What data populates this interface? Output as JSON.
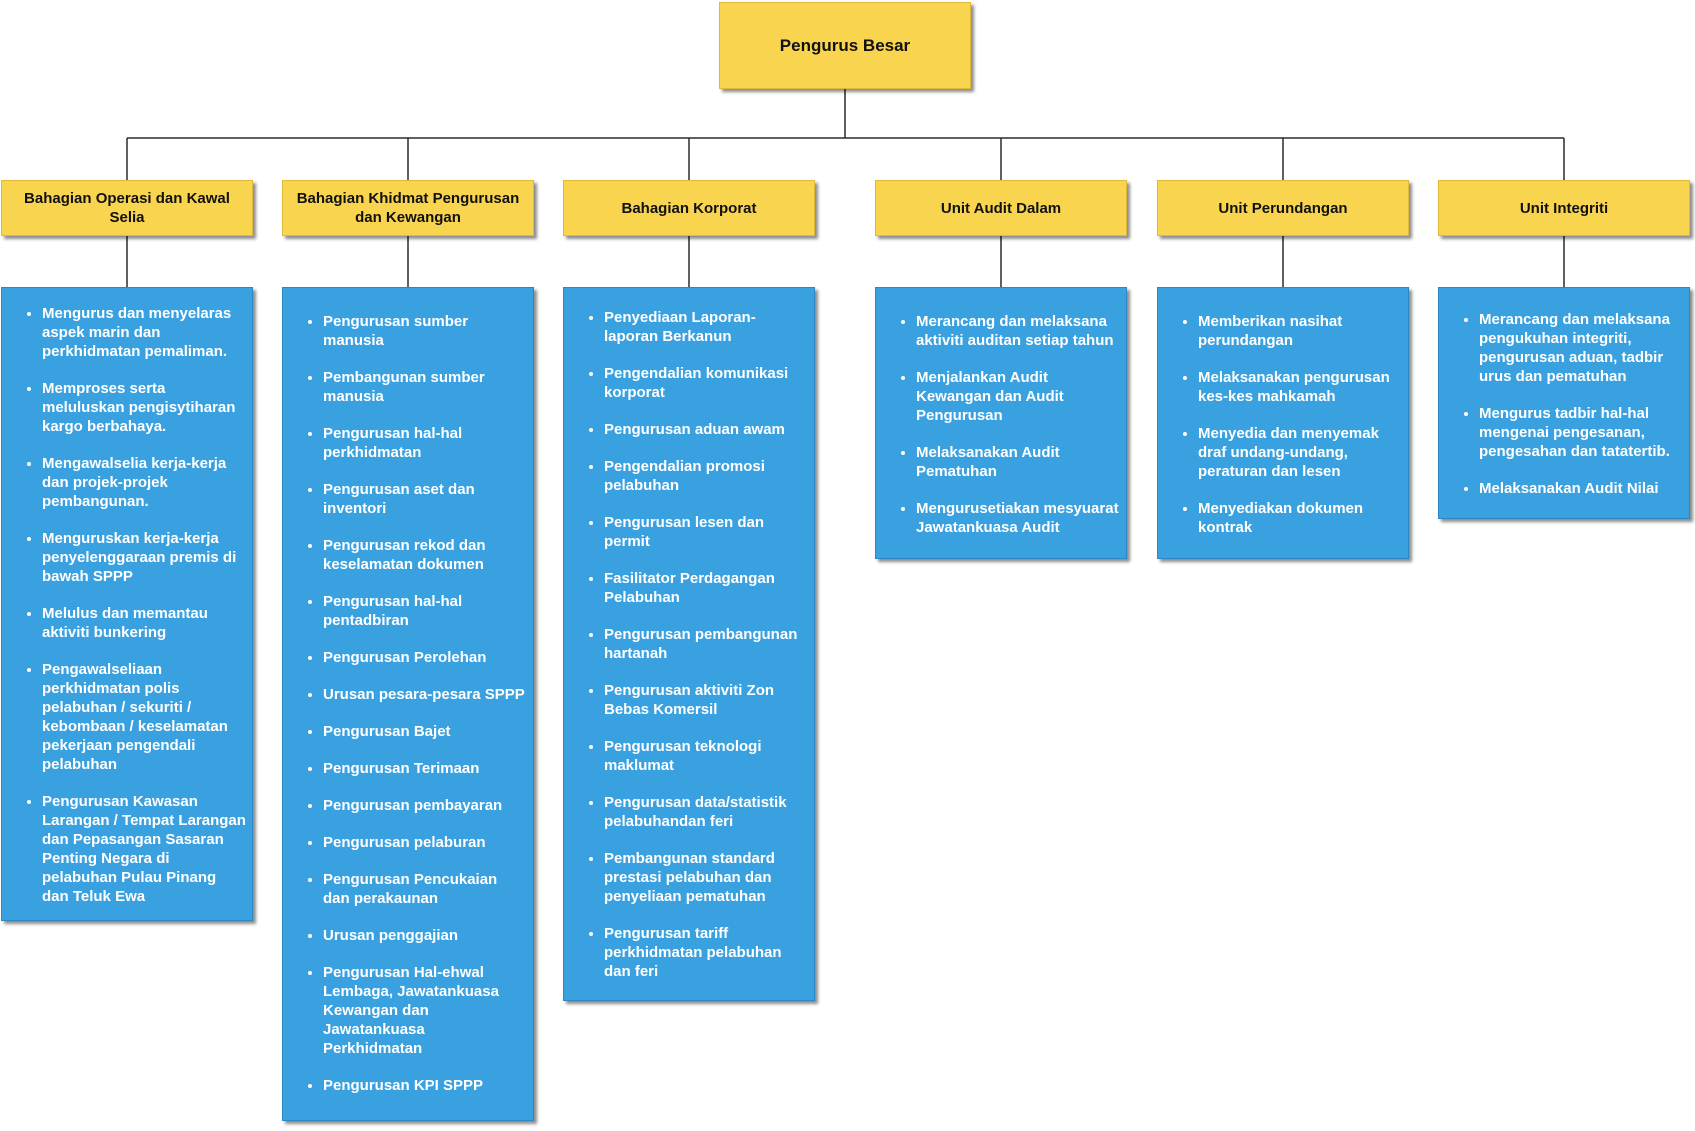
{
  "chart": {
    "root": "Pengurus Besar",
    "departments": [
      {
        "title": "Bahagian Operasi dan Kawal Selia",
        "functions": [
          "Mengurus dan menyelaras aspek marin dan perkhidmatan pemaliman.",
          "Memproses serta meluluskan pengisytiharan kargo berbahaya.",
          "Mengawalselia kerja-kerja dan projek-projek pembangunan.",
          "Menguruskan kerja-kerja penyelenggaraan premis di bawah SPPP",
          "Melulus dan memantau aktiviti bunkering",
          "Pengawalseliaan perkhidmatan polis pelabuhan / sekuriti / kebombaan / keselamatan pekerjaan pengendali pelabuhan",
          "Pengurusan Kawasan Larangan / Tempat Larangan dan Pepasangan Sasaran Penting Negara di pelabuhan Pulau Pinang dan Teluk Ewa"
        ]
      },
      {
        "title": "Bahagian Khidmat Pengurusan dan Kewangan",
        "functions": [
          "Pengurusan sumber manusia",
          "Pembangunan sumber manusia",
          "Pengurusan hal-hal perkhidmatan",
          "Pengurusan aset dan inventori",
          "Pengurusan rekod dan keselamatan dokumen",
          "Pengurusan hal-hal pentadbiran",
          "Pengurusan Perolehan",
          "Urusan pesara-pesara SPPP",
          "Pengurusan Bajet",
          "Pengurusan Terimaan",
          "Pengurusan pembayaran",
          "Pengurusan pelaburan",
          "Pengurusan Pencukaian dan perakaunan",
          "Urusan penggajian",
          "Pengurusan Hal-ehwal Lembaga, Jawatankuasa Kewangan dan Jawatankuasa Perkhidmatan",
          "Pengurusan KPI SPPP"
        ]
      },
      {
        "title": "Bahagian Korporat",
        "functions": [
          "Penyediaan Laporan-laporan Berkanun",
          "Pengendalian komunikasi korporat",
          "Pengurusan aduan awam",
          "Pengendalian promosi pelabuhan",
          "Pengurusan lesen dan permit",
          "Fasilitator Perdagangan Pelabuhan",
          "Pengurusan pembangunan hartanah",
          "Pengurusan aktiviti Zon Bebas Komersil",
          "Pengurusan teknologi maklumat",
          "Pengurusan data/statistik pelabuhandan feri",
          "Pembangunan standard prestasi pelabuhan dan penyeliaan pematuhan",
          "Pengurusan tariff perkhidmatan pelabuhan dan feri"
        ]
      },
      {
        "title": "Unit Audit Dalam",
        "functions": [
          "Merancang dan melaksana aktiviti auditan setiap tahun",
          "Menjalankan Audit Kewangan dan Audit Pengurusan",
          "Melaksanakan Audit Pematuhan",
          "Mengurusetiakan mesyuarat Jawatankuasa Audit"
        ]
      },
      {
        "title": "Unit Perundangan",
        "functions": [
          "Memberikan nasihat perundangan",
          "Melaksanakan pengurusan kes-kes mahkamah",
          "Menyedia dan menyemak draf  undang-undang, peraturan dan lesen",
          "Menyediakan dokumen kontrak"
        ]
      },
      {
        "title": "Unit Integriti",
        "functions": [
          "Merancang dan melaksana pengukuhan integriti, pengurusan aduan, tadbir urus dan pematuhan",
          "Mengurus tadbir hal-hal mengenai pengesanan, pengesahan dan tatatertib.",
          "Melaksanakan Audit Nilai"
        ]
      }
    ]
  },
  "colors": {
    "header_fill": "#f9d44f",
    "function_fill": "#3aa1e1",
    "function_text": "#ffffff",
    "connector": "#2b2b2b"
  }
}
